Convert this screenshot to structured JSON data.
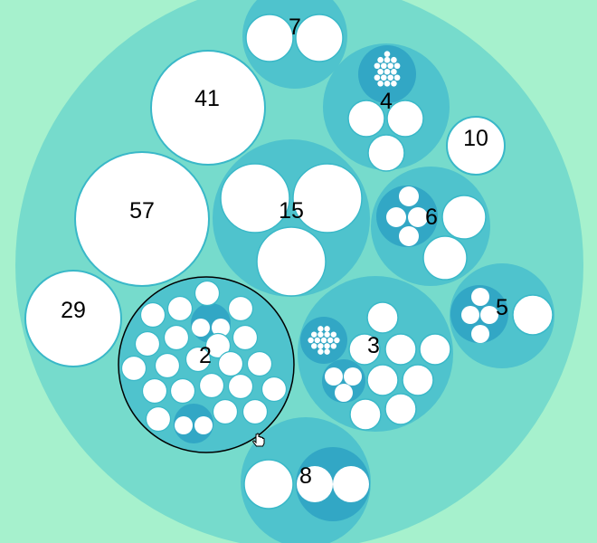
{
  "title": "",
  "colors": {
    "background": "#a6f1cd",
    "root": "#76dbcc",
    "group": "#4fc3cd",
    "subgroup": "#32a7c5",
    "leaf": "#ffffff",
    "leaf_stroke": "#39b8c8",
    "focus_ring": "#000000"
  },
  "groups": [
    {
      "label": "7",
      "interactive": true
    },
    {
      "label": "4",
      "interactive": true
    },
    {
      "label": "10",
      "interactive": true
    },
    {
      "label": "41",
      "interactive": true
    },
    {
      "label": "57",
      "interactive": true
    },
    {
      "label": "15",
      "interactive": true
    },
    {
      "label": "6",
      "interactive": true
    },
    {
      "label": "29",
      "interactive": true
    },
    {
      "label": "2",
      "interactive": true,
      "focused": true
    },
    {
      "label": "3",
      "interactive": true
    },
    {
      "label": "5",
      "interactive": true
    },
    {
      "label": "8",
      "interactive": true
    }
  ],
  "cursor": {
    "icon": "hand-pointer-icon"
  }
}
